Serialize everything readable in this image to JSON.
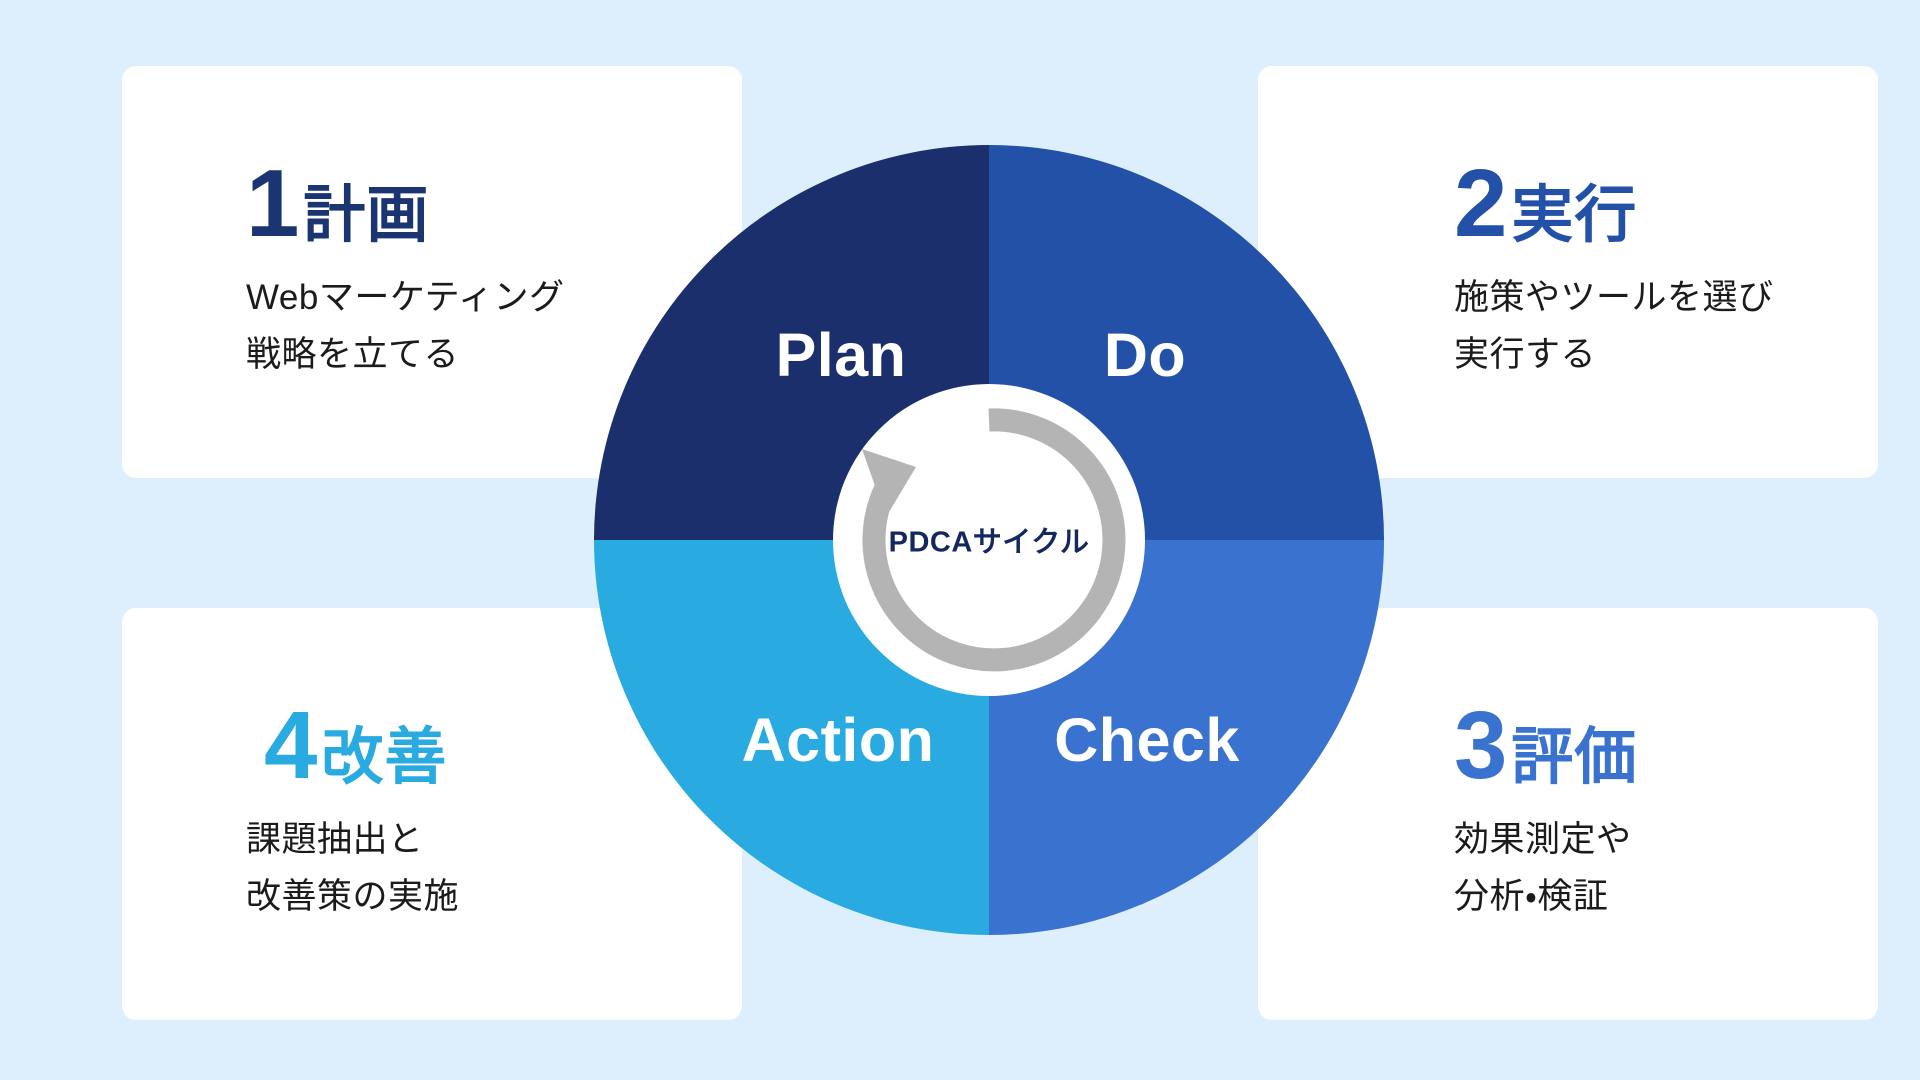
{
  "background_color": "#ddeffc",
  "diagram": {
    "center_label": "PDCAサイクル",
    "arrow_color": "#b4b4b4",
    "hub_color": "#ffffff",
    "quadrants": [
      {
        "key": "plan",
        "label": "Plan",
        "color": "#1a2f6b",
        "position": "top-left"
      },
      {
        "key": "do",
        "label": "Do",
        "color": "#2351a8",
        "position": "top-right"
      },
      {
        "key": "check",
        "label": "Check",
        "color": "#3a72d0",
        "position": "bottom-right"
      },
      {
        "key": "action",
        "label": "Action",
        "color": "#29abe2",
        "position": "bottom-left"
      }
    ]
  },
  "cards": [
    {
      "key": "plan",
      "number": "1",
      "kanji": "計画",
      "color": "#1a3571",
      "description": "Webマーケティング\n戦略を立てる"
    },
    {
      "key": "do",
      "number": "2",
      "kanji": "実行",
      "color": "#2351a8",
      "description": "施策やツールを選び\n実行する"
    },
    {
      "key": "check",
      "number": "3",
      "kanji": "評価",
      "color": "#3a72d0",
      "description": "効果測定や\n分析・検証"
    },
    {
      "key": "action",
      "number": "4",
      "kanji": "改善",
      "color": "#29abe2",
      "description": "課題抽出と\n改善策の実施"
    }
  ]
}
